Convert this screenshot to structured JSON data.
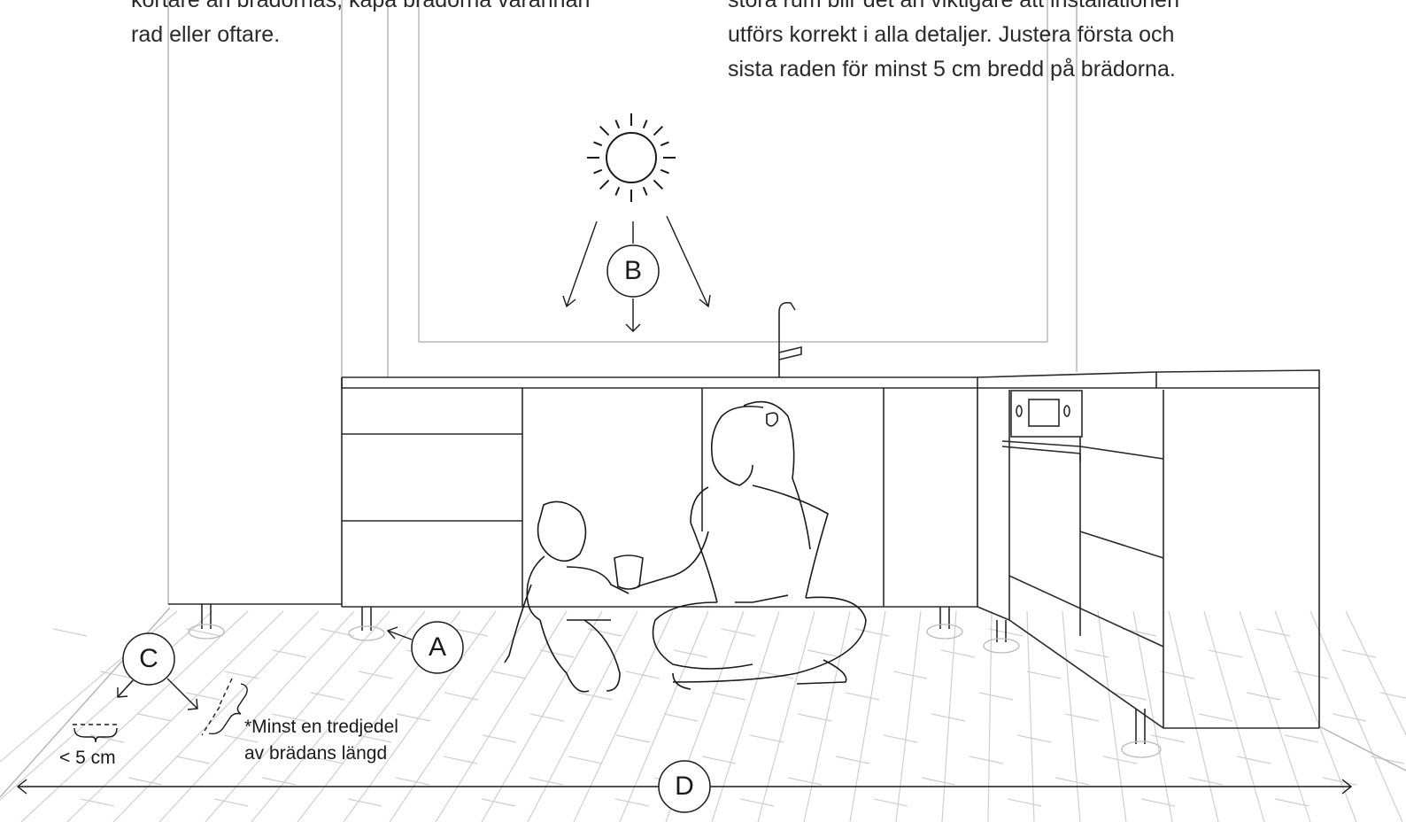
{
  "paragraph_left": {
    "lines": [
      "kortare än brädornas, kapa brädorna varannan",
      "rad eller oftare."
    ]
  },
  "paragraph_right": {
    "lines": [
      "stora rum blir det än viktigare att installationen",
      "utförs korrekt i alla detaljer. Justera första och",
      "sista raden för minst 5 cm bredd på brädorna."
    ]
  },
  "markers": {
    "a": "A",
    "b": "B",
    "c": "C",
    "d": "D"
  },
  "annotations": {
    "min_width": "< 5 cm",
    "offset_note_line1": "*Minst en tredjedel",
    "offset_note_line2": "av brädans längd"
  },
  "icons": [
    "sun-icon",
    "arrow-icon"
  ],
  "colors": {
    "ink": "#1a1a1a",
    "light_line": "#b5b5b5",
    "floor_line": "#c8c8c8"
  }
}
